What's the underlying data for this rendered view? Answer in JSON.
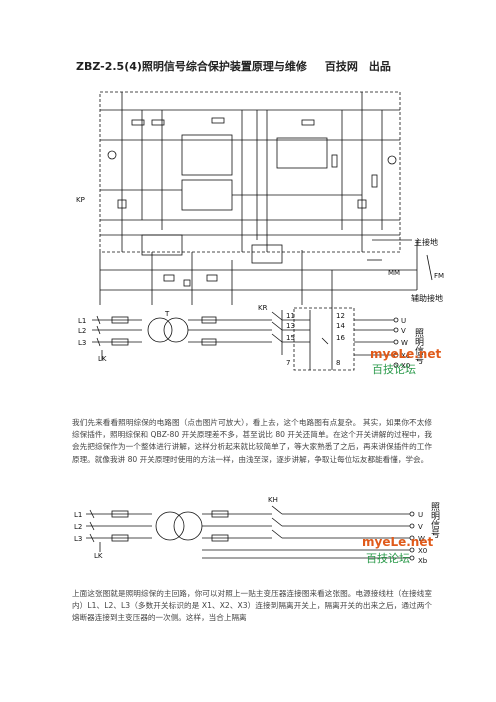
{
  "title": "ZBZ-2.5(4)照明信号综合保护装置原理与维修",
  "title_suffix": "百技网　出品",
  "figure1": {
    "labels": {
      "main_ground": "主接地",
      "aux_ground": "辅助接地",
      "mm": "MM",
      "fm": "FM",
      "lamp_signal": "照明信号",
      "watermark_en": "myeLe.net",
      "watermark_cn": "百技论坛",
      "kp": "KP",
      "kr": "KR",
      "l1": "L1",
      "l2": "L2",
      "l3": "L3",
      "lk": "LK",
      "t": "T",
      "u": "U",
      "v": "V",
      "w": "W",
      "xc": "Xc",
      "x0": "X0",
      "n11": "11",
      "n12": "12",
      "n13": "13",
      "n14": "14",
      "n15": "15",
      "n16": "16",
      "n7": "7",
      "n8": "8"
    }
  },
  "paragraph1": "我们先来看看照明综保的电路图（点击图片可放大），看上去，这个电路图有点复杂。 其实，如果你不太修综保插件，照明综保和 QBZ-80 开关原理差不多，甚至说比 80 开关还简单。在这个开关讲解的过程中，我会先把综保作为一个整体进行讲解，这样分析起来就比较简单了，等大家熟悉了之后，再来讲保插件的工作原理。就像我讲 80 开关原理时使用的方法一样，由浅至深，逐步讲解，争取让每位坛友都能看懂，学会。",
  "figure2": {
    "labels": {
      "kh": "KH",
      "l1": "L1",
      "l2": "L2",
      "l3": "L3",
      "lk": "LK",
      "u": "U",
      "v": "V",
      "w": "W",
      "x0": "X0",
      "xb": "Xb",
      "lamp_signal": "照明信号",
      "watermark_en": "myeLe.net",
      "watermark_cn": "百技论坛"
    }
  },
  "paragraph2": "上面这张图就是照明综保的主回路，你可以对照上一贴主变压器连接图来看这张图。电源接线柱（在接线室内）L1、L2、L3（多数开关标识的是 X1、X2、X3）连接到隔离开关上，隔离开关的出来之后，通过两个熔断器连接到主变压器的一次侧。这样，当合上隔离"
}
